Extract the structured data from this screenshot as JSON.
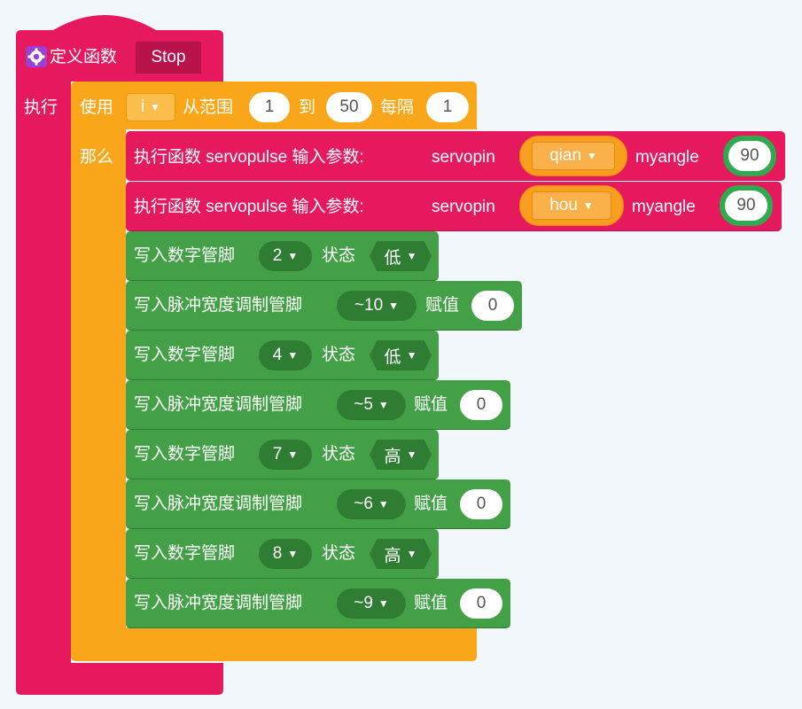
{
  "func": {
    "define_label": "定义函数",
    "name": "Stop",
    "exec_label": "执行",
    "colors": {
      "function": "#e6195e",
      "loop": "#faa61a",
      "io": "#43a047"
    }
  },
  "loop": {
    "use_label": "使用",
    "var": "i",
    "from_label": "从范围",
    "from": "1",
    "to_label": "到",
    "to": "50",
    "step_label": "每隔",
    "step": "1",
    "then_label": "那么"
  },
  "calls": [
    {
      "label": "执行函数 servopulse 输入参数:",
      "param1": "servopin",
      "pin": "qian",
      "param2": "myangle",
      "angle": "90"
    },
    {
      "label": "执行函数 servopulse 输入参数:",
      "param1": "servopin",
      "pin": "hou",
      "param2": "myangle",
      "angle": "90"
    }
  ],
  "io_blocks": [
    {
      "type": "digital",
      "label": "写入数字管脚",
      "pin": "2",
      "state_label": "状态",
      "state": "低"
    },
    {
      "type": "pwm",
      "label": "写入脉冲宽度调制管脚",
      "pin": "~10",
      "value_label": "赋值",
      "value": "0"
    },
    {
      "type": "digital",
      "label": "写入数字管脚",
      "pin": "4",
      "state_label": "状态",
      "state": "低"
    },
    {
      "type": "pwm",
      "label": "写入脉冲宽度调制管脚",
      "pin": "~5",
      "value_label": "赋值",
      "value": "0"
    },
    {
      "type": "digital",
      "label": "写入数字管脚",
      "pin": "7",
      "state_label": "状态",
      "state": "高"
    },
    {
      "type": "pwm",
      "label": "写入脉冲宽度调制管脚",
      "pin": "~6",
      "value_label": "赋值",
      "value": "0"
    },
    {
      "type": "digital",
      "label": "写入数字管脚",
      "pin": "8",
      "state_label": "状态",
      "state": "高"
    },
    {
      "type": "pwm",
      "label": "写入脉冲宽度调制管脚",
      "pin": "~9",
      "value_label": "赋值",
      "value": "0"
    }
  ]
}
